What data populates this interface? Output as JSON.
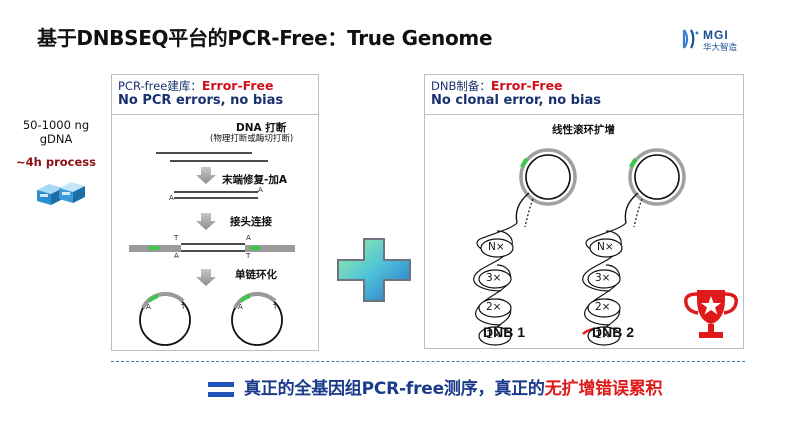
{
  "title": "基于DNBSEQ平台的PCR-Free：True Genome",
  "logo": {
    "text": "MGI",
    "subtitle": "华大智造"
  },
  "sample": {
    "amount": "50-1000 ng",
    "dna": "gDNA",
    "process": "~4h process"
  },
  "left_panel": {
    "header_prefix": "PCR-free建库：",
    "header_highlight": "Error-Free",
    "header_line2": "No PCR errors, no bias",
    "step1_label": "DNA 打断",
    "step1_sub": "(物理打断或酶切打断)",
    "step2_label": "末端修复-加A",
    "step3_label": "接头连接",
    "step4_label": "单链环化",
    "base_a": "A",
    "base_t": "T"
  },
  "right_panel": {
    "header_prefix": "DNB制备：",
    "header_highlight": "Error-Free",
    "header_line2": "No clonal error, no bias",
    "rca_label": "线性滚环扩增",
    "copies": [
      "N×",
      "3×",
      "2×",
      "1×"
    ],
    "dnb1": "DNB 1",
    "dnb2": "DNB 2"
  },
  "conclusion": {
    "main": "真正的全基因组PCR-free测序，真正的",
    "highlight": "无扩增错误累积"
  },
  "colors": {
    "title_text": "#111111",
    "header_blue": "#1a3170",
    "error_free_red": "#d0101a",
    "process_red": "#8b1010",
    "conclusion_blue": "#1a3a8a",
    "conclusion_red": "#e01a1a",
    "highlight_green": "#3cc84a",
    "dashed_line": "#3c7bb8"
  }
}
